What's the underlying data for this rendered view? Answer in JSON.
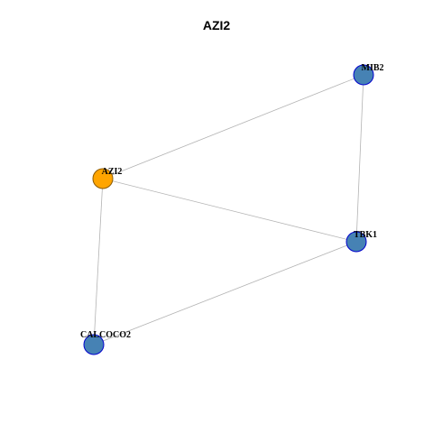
{
  "title": "AZI2",
  "colors": {
    "query_node_fill": "#FFA500",
    "query_node_stroke": "#8B5A00",
    "neighbor_node_fill": "#4682B4",
    "neighbor_node_stroke": "#0000CD",
    "edge": "#B3B3B3"
  },
  "nodes": [
    {
      "id": "AZI2",
      "label": "AZI2",
      "role": "query"
    },
    {
      "id": "MIB2",
      "label": "MIB2",
      "role": "neighbor"
    },
    {
      "id": "TBK1",
      "label": "TBK1",
      "role": "neighbor"
    },
    {
      "id": "CALCOCO2",
      "label": "CALCOCO2",
      "role": "neighbor"
    }
  ],
  "edges": [
    {
      "source": "AZI2",
      "target": "MIB2"
    },
    {
      "source": "AZI2",
      "target": "TBK1"
    },
    {
      "source": "AZI2",
      "target": "CALCOCO2"
    },
    {
      "source": "MIB2",
      "target": "TBK1"
    },
    {
      "source": "TBK1",
      "target": "CALCOCO2"
    }
  ]
}
